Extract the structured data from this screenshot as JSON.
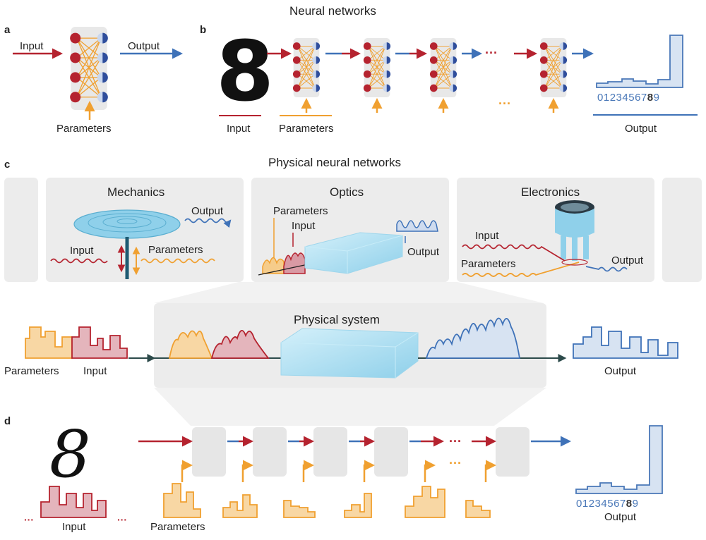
{
  "colors": {
    "input_red": "#b5232f",
    "param_orange": "#f0a030",
    "output_blue": "#3f72b8",
    "panel_gray": "#ececec",
    "node_blue": "#2f4e9c",
    "glass_cyan": "#aee0f2"
  },
  "panel_a": {
    "letter": "a",
    "input": "Input",
    "output": "Output",
    "parameters": "Parameters"
  },
  "panel_b": {
    "letter": "b",
    "title": "Neural networks",
    "digit": "8",
    "input": "Input",
    "parameters": "Parameters",
    "output": "Output",
    "ellipsis": "···",
    "classes": [
      "0",
      "1",
      "2",
      "3",
      "4",
      "5",
      "6",
      "7",
      "8",
      "9"
    ],
    "predicted_class": "8"
  },
  "panel_c": {
    "letter": "c",
    "title": "Physical neural networks",
    "mechanics": {
      "title": "Mechanics",
      "output": "Output",
      "input": "Input",
      "parameters": "Parameters"
    },
    "optics": {
      "title": "Optics",
      "parameters": "Parameters",
      "input": "Input",
      "output": "Output"
    },
    "electronics": {
      "title": "Electronics",
      "input": "Input",
      "parameters": "Parameters",
      "output": "Output"
    },
    "system": {
      "title": "Physical system",
      "parameters": "Parameters",
      "input": "Input",
      "output": "Output"
    }
  },
  "panel_d": {
    "letter": "d",
    "digit": "8",
    "input": "Input",
    "parameters": "Parameters",
    "output": "Output",
    "ellipsis": "···",
    "classes": [
      "0",
      "1",
      "2",
      "3",
      "4",
      "5",
      "6",
      "7",
      "8",
      "9"
    ],
    "predicted_class": "8"
  }
}
